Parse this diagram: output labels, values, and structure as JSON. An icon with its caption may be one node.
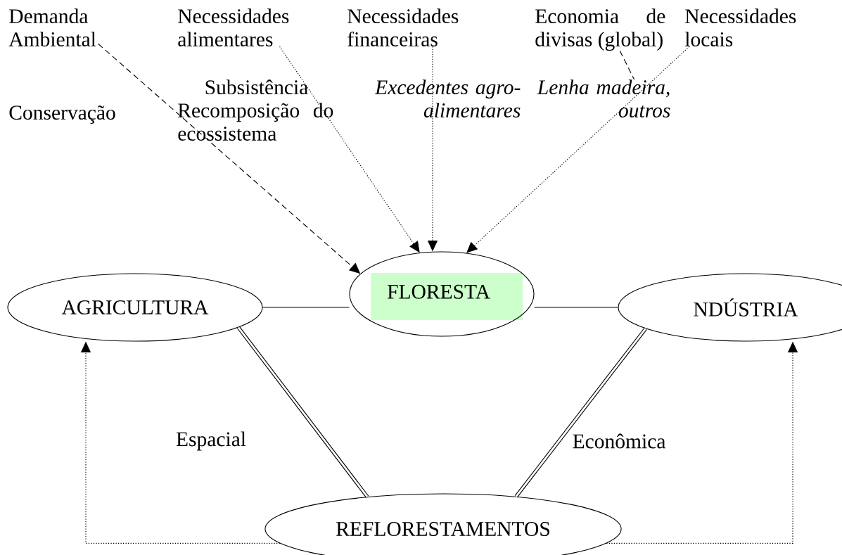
{
  "diagram": {
    "nodes": [
      {
        "text": [
          "Demanda Ambiental"
        ]
      },
      {
        "text": [
          "Necessidades alimentares"
        ]
      },
      {
        "text": [
          "Necessidades financeiras"
        ]
      },
      {
        "text": [
          "Economia de divisas (global)"
        ]
      },
      {
        "text": [
          "Necessidades locais"
        ]
      },
      {
        "text": [
          "AGRICULTURA"
        ]
      },
      {
        "text": [
          "FLORESTA"
        ]
      },
      {
        "text": [
          "NDÚSTRIA"
        ]
      },
      {
        "text": [
          "REFLORESTAMENTOS"
        ]
      },
      {
        "text": [
          "Lenha madeira, outros"
        ]
      }
    ],
    "edges": [
      {
        "from": 0,
        "to": 6,
        "arrow": "to",
        "style": "dashed"
      },
      {
        "from": 1,
        "to": 6,
        "arrow": "to",
        "style": "dashed"
      },
      {
        "from": 2,
        "to": 6,
        "arrow": "to",
        "style": "dashed"
      },
      {
        "from": 4,
        "to": 6,
        "arrow": "to",
        "style": "dashed"
      },
      {
        "from": 3,
        "to": 9,
        "arrow": "none",
        "style": "dashed"
      },
      {
        "from": 5,
        "to": 6,
        "arrow": "none"
      },
      {
        "from": 6,
        "to": 7,
        "arrow": "none"
      },
      {
        "from": 5,
        "to": 8,
        "arrow": "none",
        "style": "thick",
        "label": "Espacial"
      },
      {
        "from": 7,
        "to": 8,
        "arrow": "none",
        "style": "thick",
        "label": "Econômica"
      },
      {
        "from": 8,
        "to": 5,
        "arrow": "to",
        "style": "dashed"
      },
      {
        "from": 8,
        "to": 7,
        "arrow": "to",
        "style": "dashed"
      }
    ],
    "labels": [
      "Conservação",
      "Subsistência Recomposição do ecossistema",
      "Excedentes agro-alimentares"
    ]
  }
}
